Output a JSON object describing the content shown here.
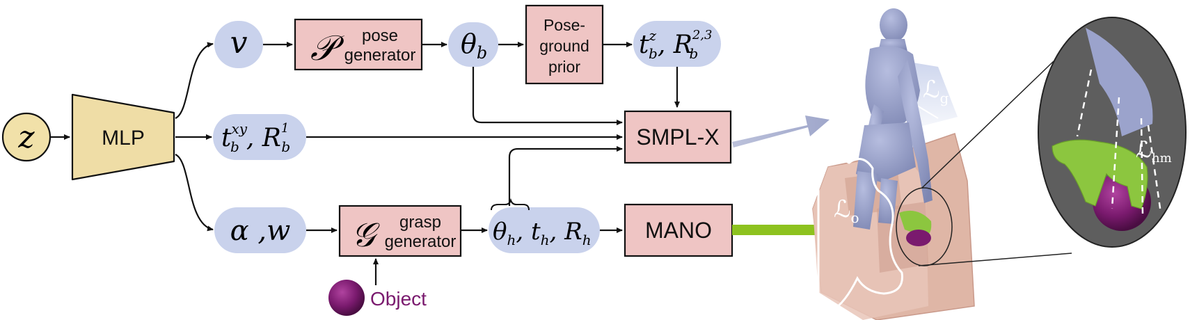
{
  "nodes": {
    "z": "z",
    "mlp": "MLP",
    "v": "v",
    "pose_gen_symbol": "𝒫",
    "pose_gen_line1": "pose",
    "pose_gen_line2": "generator",
    "theta_b": "θ",
    "theta_b_sub": "b",
    "prior_line1": "Pose-",
    "prior_line2": "ground",
    "prior_line3": "prior",
    "tbz_t": "t",
    "tbz_sup": "z",
    "tbz_sub": "b",
    "tbz_R": ", R",
    "tbz_R_sup": "2,3",
    "tbz_R_sub": "b",
    "tbxy_t": "t",
    "tbxy_sup": "xy",
    "tbxy_sub": "b",
    "tbxy_R": ", R",
    "tbxy_R_sup": "1",
    "tbxy_R_sub": "b",
    "smplx": "SMPL-X",
    "alpha_w": "α ,w",
    "grasp_symbol": "𝒢",
    "grasp_line1": "grasp",
    "grasp_line2": "generator",
    "theta_h": "θ",
    "theta_h_sub": "h",
    "th_rest1": ", t",
    "th_rest1_sub": "h",
    "th_rest2": ", R",
    "th_rest2_sub": "h",
    "mano": "MANO",
    "object": "Object"
  },
  "render": {
    "loss_g": "ℒ",
    "loss_g_sub": "g",
    "loss_o": "ℒ",
    "loss_o_sub": "o",
    "loss_hm": "ℒ",
    "loss_hm_sub": "hm"
  },
  "colors": {
    "variable_fill": "#c9d2ec",
    "module_fill": "#efc5c4",
    "mlp_fill": "#efdda6",
    "z_fill": "#f1e1a9",
    "object_color": "#7a1a6e",
    "body_color": "#8e96bf",
    "hand_color": "#8cc63f",
    "furniture_color": "#ddb8aa",
    "smplx_arrow": "#a6adcf",
    "mano_arrow": "#8dc21f",
    "zoom_bg": "#5e5e5e"
  }
}
